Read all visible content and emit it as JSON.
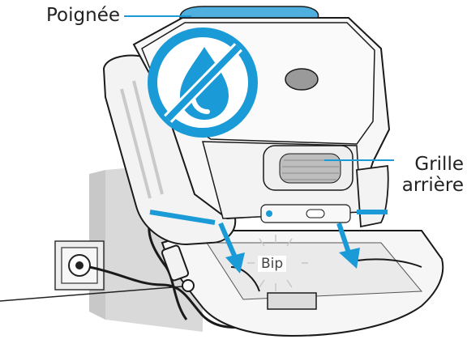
{
  "labels": {
    "handle": "Poignée",
    "grid_line1": "Grille",
    "grid_line2": "arrière",
    "beep": "Bip"
  },
  "icons": {
    "prohibited": "no-water-icon",
    "arrows": "down-arrow-icon"
  },
  "colors": {
    "accent": "#1a9ad6",
    "body": "#f2f2f2",
    "outline": "#1a1a1a"
  }
}
